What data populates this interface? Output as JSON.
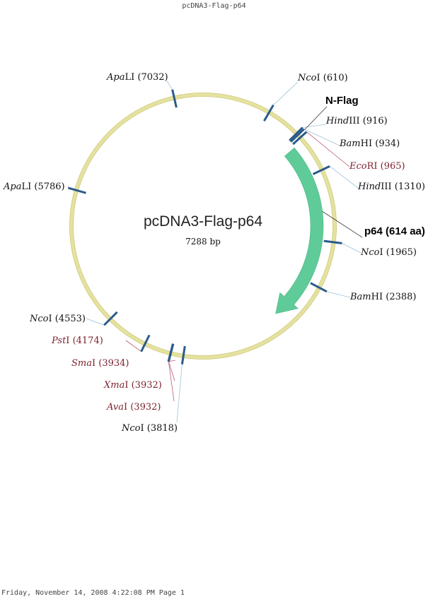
{
  "header": {
    "title": "pcDNA3-Flag-p64"
  },
  "footer": {
    "text": "Friday, November 14, 2008 4:22:08 PM Page 1"
  },
  "plasmid": {
    "name": "pcDNA3-Flag-p64",
    "size_label": "7288 bp",
    "length_bp": 7288
  },
  "colors": {
    "backbone": "#e5e2a0",
    "site_tick": "#2b5b8a",
    "feature_arrow": "#5fcb98",
    "leader_line": "#9bc2d8",
    "leader_line_red": "#b85a6e",
    "label_black": "#111111",
    "label_red": "#7a1f2b"
  },
  "sites": [
    {
      "id": "ncoi-610",
      "name": "NcoI",
      "position": 610,
      "label": "NcoI (610)",
      "italic": "Nco",
      "rest": "I (610)",
      "color": "black"
    },
    {
      "id": "hindiii-916",
      "name": "HindIII",
      "position": 916,
      "label": "HindIII (916)",
      "italic": "Hind",
      "rest": "III (916)",
      "color": "black"
    },
    {
      "id": "bamhi-934",
      "name": "BamHI",
      "position": 934,
      "label": "BamHI (934)",
      "italic": "Bam",
      "rest": "HI (934)",
      "color": "black"
    },
    {
      "id": "ecori-965",
      "name": "EcoRI",
      "position": 965,
      "label": "EcoRI (965)",
      "italic": "Eco",
      "rest": "RI (965)",
      "color": "red"
    },
    {
      "id": "hindiii-1310",
      "name": "HindIII",
      "position": 1310,
      "label": "HindIII (1310)",
      "italic": "Hind",
      "rest": "III (1310)",
      "color": "black"
    },
    {
      "id": "ncoi-1965",
      "name": "NcoI",
      "position": 1965,
      "label": "NcoI (1965)",
      "italic": "Nco",
      "rest": "I (1965)",
      "color": "black"
    },
    {
      "id": "bamhi-2388",
      "name": "BamHI",
      "position": 2388,
      "label": "BamHI (2388)",
      "italic": "Bam",
      "rest": "HI (2388)",
      "color": "black"
    },
    {
      "id": "ncoi-3818",
      "name": "NcoI",
      "position": 3818,
      "label": "NcoI (3818)",
      "italic": "Nco",
      "rest": "I (3818)",
      "color": "black"
    },
    {
      "id": "avai-3932",
      "name": "AvaI",
      "position": 3932,
      "label": "AvaI (3932)",
      "italic": "Ava",
      "rest": "I (3932)",
      "color": "red"
    },
    {
      "id": "xmai-3932",
      "name": "XmaI",
      "position": 3932,
      "label": "XmaI (3932)",
      "italic": "Xma",
      "rest": "I (3932)",
      "color": "red"
    },
    {
      "id": "smai-3934",
      "name": "SmaI",
      "position": 3934,
      "label": "SmaI (3934)",
      "italic": "Sma",
      "rest": "I (3934)",
      "color": "red"
    },
    {
      "id": "psti-4174",
      "name": "PstI",
      "position": 4174,
      "label": "PstI (4174)",
      "italic": "Pst",
      "rest": "I (4174)",
      "color": "red"
    },
    {
      "id": "ncoi-4553",
      "name": "NcoI",
      "position": 4553,
      "label": "NcoI (4553)",
      "italic": "Nco",
      "rest": "I (4553)",
      "color": "black"
    },
    {
      "id": "apali-5786",
      "name": "ApaLI",
      "position": 5786,
      "label": "ApaLI (5786)",
      "italic": "Apa",
      "rest": "LI (5786)",
      "color": "black"
    },
    {
      "id": "apali-7032",
      "name": "ApaLI",
      "position": 7032,
      "label": "ApaLI (7032)",
      "italic": "Apa",
      "rest": "LI (7032)",
      "color": "black"
    }
  ],
  "features": [
    {
      "id": "n-flag",
      "name": "N-Flag",
      "label": "N-Flag",
      "start": 916,
      "end": 965,
      "type": "tag"
    },
    {
      "id": "p64",
      "name": "p64 (614 aa)",
      "label": "p64 (614 aa)",
      "start": 1000,
      "end": 2842,
      "type": "cds",
      "direction": "forward"
    }
  ]
}
